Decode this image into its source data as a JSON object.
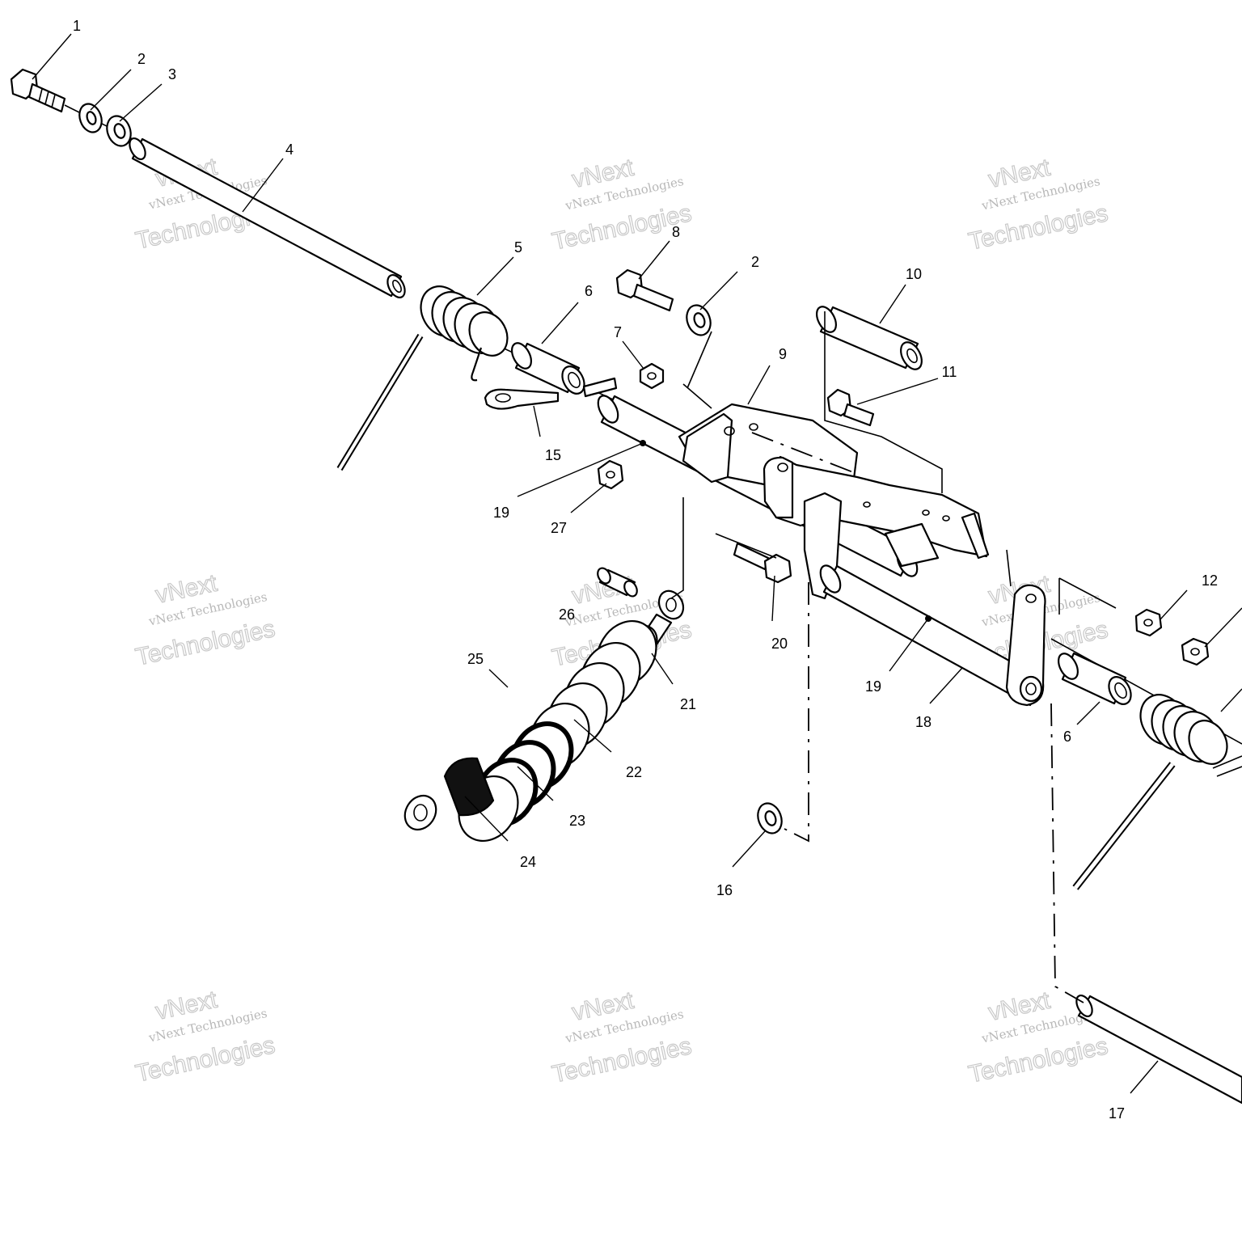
{
  "watermark": {
    "line1": "vNext",
    "line2": "vNext Technologies",
    "line3": "Technologies"
  },
  "callouts": [
    "1",
    "2",
    "3",
    "4",
    "5",
    "6",
    "7",
    "8",
    "2",
    "10",
    "9",
    "11",
    "15",
    "19",
    "27",
    "12",
    "26",
    "20",
    "21",
    "25",
    "22",
    "19",
    "18",
    "6",
    "23",
    "24",
    "16",
    "17"
  ]
}
